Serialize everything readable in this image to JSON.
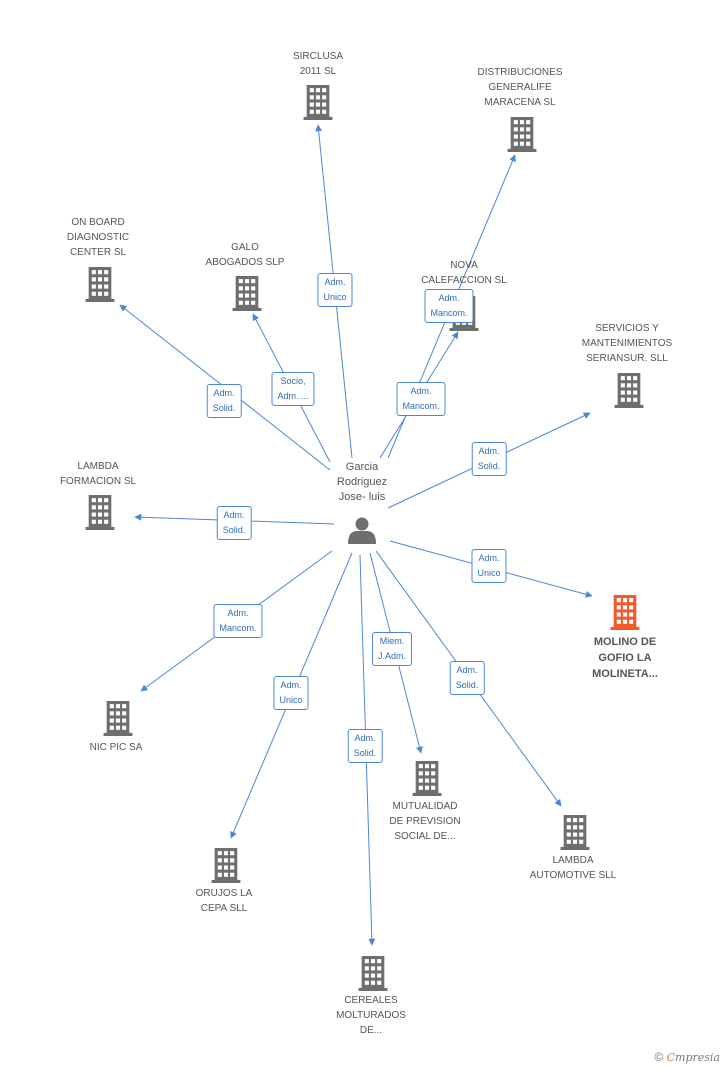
{
  "colors": {
    "edge": "#4a88d6",
    "building": "#6e6e6e",
    "highlight": "#f25a2a",
    "person": "#6e6e6e"
  },
  "person": {
    "label": "Garcia\nRodriguez\nJose- luis",
    "icon": "person-icon"
  },
  "companies": [
    {
      "id": "sirclusa",
      "label": "SIRCLUSA\n2011 SL"
    },
    {
      "id": "distribuciones",
      "label": "DISTRIBUCIONES\nGENERALIFE\nMARACENA SL"
    },
    {
      "id": "onboard",
      "label": "ON BOARD\nDIAGNOSTIC\nCENTER SL"
    },
    {
      "id": "galo",
      "label": "GALO\nABOGADOS SLP"
    },
    {
      "id": "nova",
      "label": "NOVA\nCALEFACCION SL"
    },
    {
      "id": "servicios",
      "label": "SERVICIOS Y\nMANTENIMIENTOS\nSERIANSUR. SLL"
    },
    {
      "id": "lambda_form",
      "label": "LAMBDA\nFORMACION SL"
    },
    {
      "id": "molino",
      "label": "MOLINO DE\nGOFIO LA\nMOLINETA...",
      "highlight": true
    },
    {
      "id": "nicpic",
      "label": "NIC PIC SA"
    },
    {
      "id": "mutualidad",
      "label": "MUTUALIDAD\nDE PREVISION\nSOCIAL DE..."
    },
    {
      "id": "lambda_auto",
      "label": "LAMBDA\nAUTOMOTIVE SLL"
    },
    {
      "id": "orujos",
      "label": "ORUJOS LA\nCEPA SLL"
    },
    {
      "id": "cereales",
      "label": "CEREALES\nMOLTURADOS\nDE..."
    }
  ],
  "edges": [
    {
      "to": "sirclusa",
      "role": "Adm.\nUnico"
    },
    {
      "to": "distribuciones",
      "role": "Adm.\nMancom."
    },
    {
      "to": "onboard",
      "role": "Adm.\nSolid."
    },
    {
      "to": "galo",
      "role": "Socio,\nAdm. ..."
    },
    {
      "to": "nova",
      "role": "Adm.\nMancom."
    },
    {
      "to": "servicios",
      "role": "Adm.\nSolid."
    },
    {
      "to": "lambda_form",
      "role": "Adm.\nSolid."
    },
    {
      "to": "molino",
      "role": "Adm.\nUnico"
    },
    {
      "to": "nicpic",
      "role": "Adm.\nMancom."
    },
    {
      "to": "mutualidad",
      "role": "Miem.\nJ.Adm."
    },
    {
      "to": "lambda_auto",
      "role": "Adm.\nSolid."
    },
    {
      "to": "orujos",
      "role": "Adm.\nUnico"
    },
    {
      "to": "cereales",
      "role": "Adm.\nSolid."
    }
  ],
  "footer": {
    "copyright": "©",
    "brand_first": "C",
    "brand_rest": "mpresia"
  }
}
